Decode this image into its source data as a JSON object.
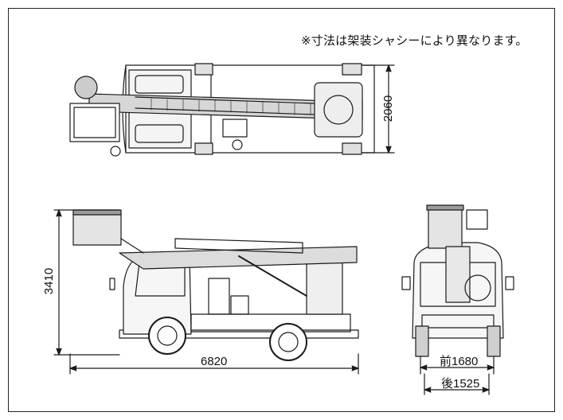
{
  "note": "※寸法は架装シャシーにより異なります。",
  "dimensions": {
    "top_width": "2060",
    "side_height": "3410",
    "side_length": "6820",
    "rear_front_track": "前1680",
    "rear_rear_track": "後1525"
  }
}
